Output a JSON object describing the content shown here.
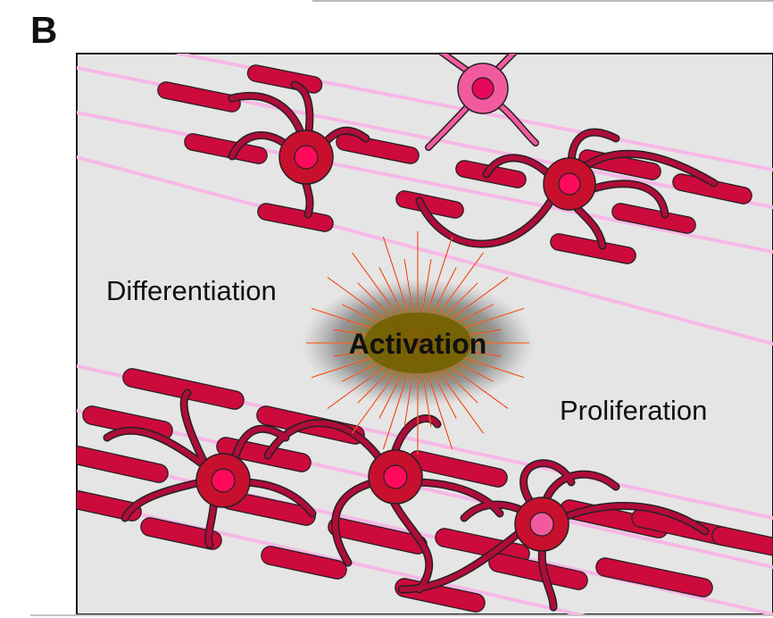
{
  "panel_label": "B",
  "labels": {
    "differentiation": "Differentiation",
    "activation": "Activation",
    "proliferation": "Proliferation"
  },
  "colors": {
    "background": "#e5e5e5",
    "axon": "#f7b8e6",
    "myelin": "#cc0a3c",
    "cell_body": "#c8102e",
    "nucleus": "#ff0a5a",
    "progenitor_body": "#f25aa0",
    "progenitor_nucleus": "#e6085a",
    "activation_glow": "#7a6a00",
    "activation_rays": "#ffb000"
  },
  "icons": {
    "myelinating_cell": "oligodendrocyte-icon",
    "progenitor_cell": "progenitor-cell-icon",
    "activation_burst": "starburst-icon"
  }
}
